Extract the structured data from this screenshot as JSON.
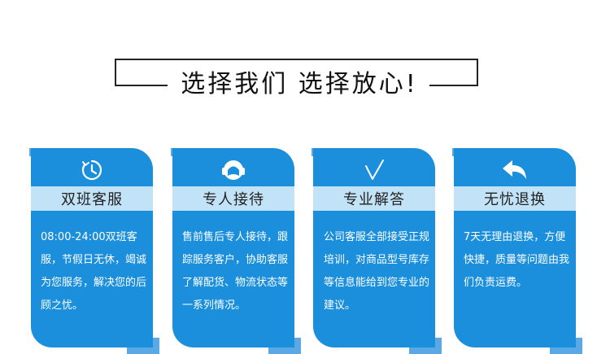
{
  "header": {
    "headline": "选择我们 选择放心!"
  },
  "cards": [
    {
      "icon": "clock-icon",
      "title": "双班客服",
      "desc": "08:00-24:00双班客服，节假日无休，竭诚为您服务，解决您的后顾之忧。"
    },
    {
      "icon": "headset-icon",
      "title": "专人接待",
      "desc": "售前售后专人接待，跟踪服务客户，协助客服了解配货、物流状态等一系列情况。"
    },
    {
      "icon": "checkmark-icon",
      "title": "专业解答",
      "desc": "公司客服全部接受正规培训，对商品型号库存等信息能给到您专业的建议。"
    },
    {
      "icon": "return-arrow-icon",
      "title": "无忧退换",
      "desc": "7天无理由退换，方便快捷，质量等问题由我们负责运费。"
    }
  ],
  "colors": {
    "card_bg": "#1b8fdc",
    "title_bar_bg": "#c2e3f7",
    "accent_shadow": "#5aa9e6",
    "headline_text": "#111111"
  }
}
